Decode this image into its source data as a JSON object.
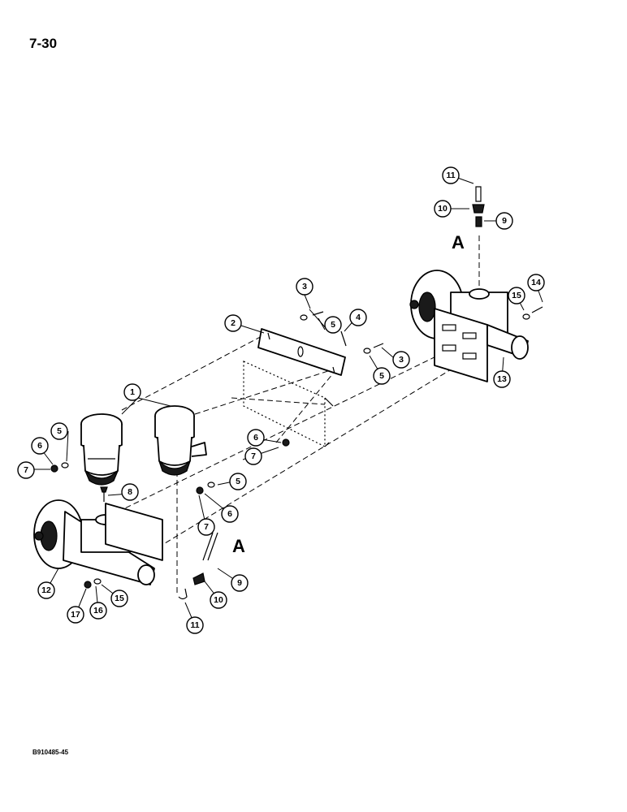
{
  "page": {
    "number": "7-30",
    "figure_code": "B910485-45"
  },
  "reference_letters": [
    "A",
    "A"
  ],
  "callouts": [
    "1",
    "2",
    "3",
    "3",
    "4",
    "5",
    "5",
    "5",
    "5",
    "6",
    "6",
    "6",
    "7",
    "7",
    "7",
    "8",
    "9",
    "9",
    "10",
    "10",
    "11",
    "11",
    "12",
    "13",
    "14",
    "15",
    "15",
    "16",
    "17"
  ]
}
